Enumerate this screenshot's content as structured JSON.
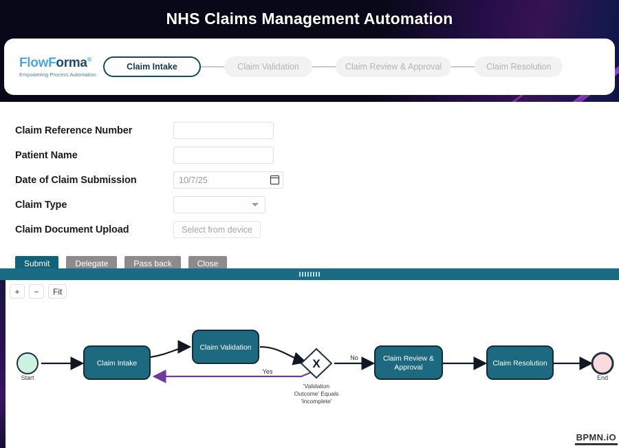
{
  "header": {
    "title": "NHS Claims Management Automation"
  },
  "brand": {
    "name_part1": "FlowForma",
    "name_flow": "FlowF",
    "name_forma": "orma",
    "registered": "®",
    "tagline": "Empowering Process Automation"
  },
  "stepper": {
    "steps": [
      {
        "label": "Claim Intake",
        "state": "active"
      },
      {
        "label": "Claim Validation",
        "state": "inactive"
      },
      {
        "label": "Claim Review & Approval",
        "state": "inactive"
      },
      {
        "label": "Claim Resolution",
        "state": "inactive"
      }
    ]
  },
  "form": {
    "fields": [
      {
        "label": "Claim Reference Number",
        "type": "text",
        "value": ""
      },
      {
        "label": "Patient Name",
        "type": "text",
        "value": ""
      },
      {
        "label": "Date of Claim Submission",
        "type": "date",
        "value": "10/7/25",
        "icon": "calendar-icon"
      },
      {
        "label": "Claim Type",
        "type": "select",
        "value": "",
        "icon": "chevron-down-icon"
      },
      {
        "label": "Claim Document Upload",
        "type": "file",
        "value": "Select from device"
      }
    ],
    "buttons": [
      {
        "label": "Submit",
        "style": "primary"
      },
      {
        "label": "Delegate",
        "style": "grey"
      },
      {
        "label": "Pass back",
        "style": "grey"
      },
      {
        "label": "Close",
        "style": "grey"
      }
    ]
  },
  "splitter": {
    "handle": "drag-handle"
  },
  "diagram": {
    "zoom_controls": [
      {
        "label": "+",
        "name": "zoom-in-button"
      },
      {
        "label": "−",
        "name": "zoom-out-button"
      },
      {
        "label": "Fit",
        "name": "zoom-fit-button"
      }
    ],
    "watermark": "BPMN.iO",
    "nodes": [
      {
        "id": "start",
        "type": "start-event",
        "label": "Start"
      },
      {
        "id": "intake",
        "type": "task",
        "label": "Claim Intake"
      },
      {
        "id": "validation",
        "type": "task",
        "label": "Claim Validation"
      },
      {
        "id": "gateway",
        "type": "exclusive-gateway",
        "label": "'Validation Outcome' Equals 'Incomplete'",
        "label_lines": [
          "'Validation",
          "Outcome' Equals",
          "'Incomplete'"
        ],
        "symbol": "X"
      },
      {
        "id": "review",
        "type": "task",
        "label": "Claim Review & Approval",
        "label_lines": [
          "Claim Review &",
          "Approval"
        ]
      },
      {
        "id": "resolution",
        "type": "task",
        "label": "Claim Resolution"
      },
      {
        "id": "end",
        "type": "end-event",
        "label": "End"
      }
    ],
    "flows": [
      {
        "from": "start",
        "to": "intake",
        "label": ""
      },
      {
        "from": "intake",
        "to": "validation",
        "label": ""
      },
      {
        "from": "validation",
        "to": "gateway",
        "label": ""
      },
      {
        "from": "gateway",
        "to": "review",
        "label": "No"
      },
      {
        "from": "gateway",
        "to": "intake",
        "label": "Yes"
      },
      {
        "from": "review",
        "to": "resolution",
        "label": ""
      },
      {
        "from": "resolution",
        "to": "end",
        "label": ""
      }
    ]
  },
  "colors": {
    "banner_bg": "#080818",
    "task_fill": "#1d6a80",
    "task_stroke": "#123040",
    "start_fill": "#ccf2e0",
    "end_fill": "#fadadd",
    "loop_flow": "#6f3aa0",
    "primary_button": "#14627a",
    "splitter": "#1a6b84",
    "active_step_border": "#14485c"
  }
}
